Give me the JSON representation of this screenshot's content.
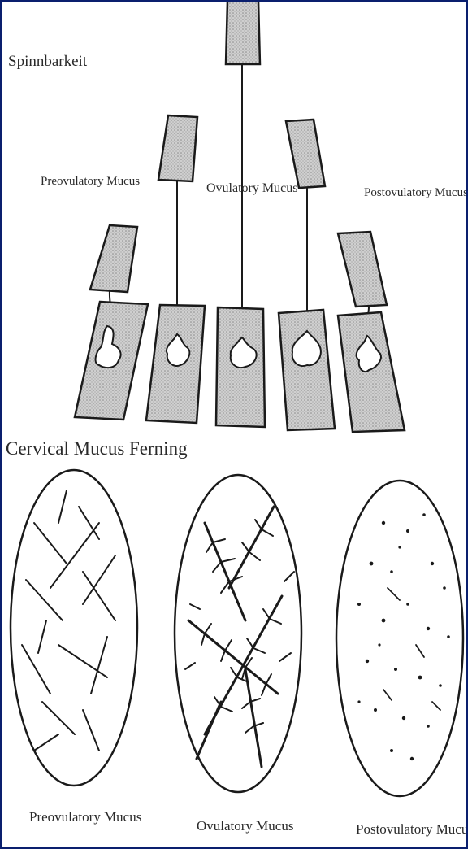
{
  "title_spinnbarkeit": "Spinnbarkeit",
  "title_ferning": "Cervical Mucus Ferning",
  "stages": {
    "preovulatory": "Preovulatory Mucus",
    "ovulatory": "Ovulatory Mucus",
    "postovulatory": "Postovulatory Mucus"
  },
  "colors": {
    "border": "#0a1f6e",
    "ink": "#1a1a1a",
    "slide_fill": "#c9c9c9"
  }
}
